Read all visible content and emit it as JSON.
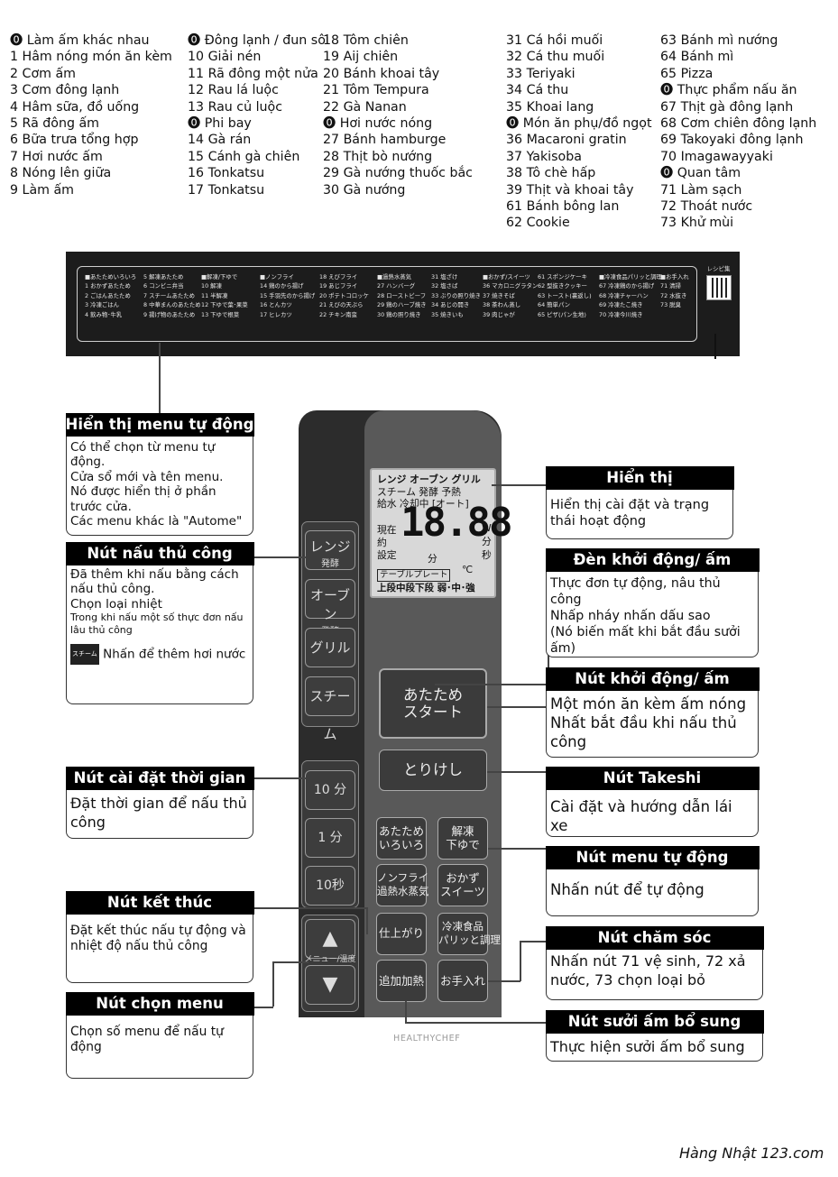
{
  "menu_columns": [
    [
      "⓿ Làm ấm khác nhau",
      "1 Hâm nóng món ăn kèm",
      "2 Cơm ấm",
      "3 Cơm đông lạnh",
      "4 Hâm sữa, đồ uống",
      "5 Rã đông ấm",
      "6 Bữa trưa tổng hợp",
      "7 Hơi nước ấm",
      "8 Nóng lên giữa",
      "9 Làm ấm"
    ],
    [
      "⓿  Đông lạnh / đun sôi",
      "10  Giải nén",
      "11  Rã đông một nửa",
      "12  Rau lá luộc",
      "13  Rau củ luộc",
      "⓿  Phi bay",
      "14  Gà rán",
      "15  Cánh gà chiên",
      "16  Tonkatsu",
      "17  Tonkatsu"
    ],
    [
      "18 Tôm chiên",
      "19  Aij chiên",
      "20  Bánh khoai tây",
      "21  Tôm Tempura",
      "22  Gà Nanan",
      "⓿  Hơi nước nóng",
      "27 Bánh hamburge",
      "28  Thịt bò nướng",
      "29 Gà nướng thuốc bắc",
      "30  Gà nướng"
    ],
    [
      "31 Cá hồi muối",
      "32 Cá thu muối",
      "33 Teriyaki",
      "34  Cá thu",
      "35  Khoai lang",
      "⓿ Món ăn phụ/đồ ngọt",
      "36  Macaroni gratin",
      "37 Yakisoba",
      "38  Tô chè hấp",
      "39 Thịt và khoai tây",
      "61  Bánh bông lan",
      "62  Cookie"
    ],
    [
      "63 Bánh mì nướng",
      "64 Bánh mì",
      "65 Pizza",
      "⓿ Thực phẩm nấu ăn",
      "67 Thịt gà đông lạnh",
      "68  Cơm chiên đông lạnh",
      "69  Takoyaki đông lạnh",
      "70  Imagawayyaki",
      "⓿  Quan tâm",
      "71 Làm sạch",
      "72 Thoát nước",
      "73 Khử mùi"
    ]
  ],
  "strip_columns": [
    [
      "■あたためいろいろ",
      "1 おかずあたため",
      "2 ごはんあたため",
      "3 冷凍ごはん",
      "4 飲み物･牛乳"
    ],
    [
      "5 解凍あたため",
      "6 コンビニ弁当",
      "7 スチームあたため",
      "8 中華まんのあたため",
      "9 揚げ物のあたため"
    ],
    [
      "■解凍/下ゆで",
      "10 解凍",
      "11 半解凍",
      "12 下ゆで葉･果菜",
      "13 下ゆで根菜"
    ],
    [
      "■ノンフライ",
      "14 鶏のから揚げ",
      "15 手羽先のから揚げ",
      "16 とんカツ",
      "17 ヒレカツ"
    ],
    [
      "18 えびフライ",
      "19 あじフライ",
      "20 ポテトコロッケ",
      "21 えびの天ぷら",
      "22 チキン南蛮"
    ],
    [
      "■過熱水蒸気",
      "27 ハンバーグ",
      "28 ローストビーフ",
      "29 鶏のハーブ焼き",
      "30 鶏の照り焼き"
    ],
    [
      "31 塩ざけ",
      "32 塩さば",
      "33 ぶりの照り焼き",
      "34 あじの開き",
      "35 焼きいも"
    ],
    [
      "■おかず/スイーツ",
      "36 マカロニグラタン",
      "37 焼きそば",
      "38 茶わん蒸し",
      "39 肉じゃが"
    ],
    [
      "61 スポンジケーキ",
      "62 型抜きクッキー",
      "63 トースト(裏返し)",
      "64 簡単パン",
      "65 ピザ(パン生地)"
    ],
    [
      "■冷凍食品パリッと調理",
      "67 冷凍鶏のから揚げ",
      "68 冷凍チャーハン",
      "69 冷凍たこ焼き",
      "70 冷凍今川焼き"
    ],
    [
      "■お手入れ",
      "71 清掃",
      "72 水抜き",
      "73 脱臭"
    ]
  ],
  "qr_label": "レシピ集",
  "panel": {
    "mode_buttons": [
      {
        "main": "レンジ",
        "sub": "発酵"
      },
      {
        "main": "オーブン",
        "sub": "発酵"
      },
      {
        "main": "グリル",
        "sub": ""
      },
      {
        "main": "スチーム",
        "sub": ""
      }
    ],
    "time_buttons": [
      "10 分",
      "1 分",
      "10秒"
    ],
    "menu_temp_label": "メニュー/温度",
    "up_arrow": "▲",
    "down_arrow": "▼",
    "lcd": {
      "row1": "レンジ オーブン グリル",
      "row2": "スチーム 発酵 予熱",
      "row3": "給水 冷却中 [オート]",
      "left_labels": "現在\n約\n設定",
      "digits": "18.88",
      "unit_w": "W",
      "unit_min": "分",
      "unit_sec": "秒",
      "unit_small_min": "分",
      "unit_c": "℃",
      "table_plate": "テーブルプレート",
      "bottom": "上段中段下段 弱･中･強"
    },
    "start_button": "あたため\nスタート",
    "cancel_button": "とりけし",
    "auto_buttons": [
      "あたため\nいろいろ",
      "解凍\n下ゆで",
      "ノンフライ\n過熱水蒸気",
      "おかず\nスイーツ",
      "仕上がり",
      "冷凍食品\nパリッと調理"
    ],
    "extra_heat_button": "追加加熱",
    "care_button": "お手入れ",
    "brand": "HEALTHYCHEF"
  },
  "callouts": {
    "auto_menu_display": {
      "title": "Hiển thị menu tự động",
      "body": [
        "Có thể chọn từ menu tự động.",
        "Cửa sổ mới và tên menu.",
        "Nó được hiển thị ở phần trước cửa.",
        "Các menu khác là \"Autome\""
      ]
    },
    "manual_cook": {
      "title": "Nút nấu thủ công",
      "body": [
        "Đã thêm khi nấu bằng cách nấu thủ công.",
        "Chọn loại nhiệt"
      ],
      "small": "Trong khi nấu một số thực đơn nấu lâu thủ công",
      "steam_chip": "スチーム",
      "steam_text": "Nhấn để thêm hơi nước"
    },
    "time_set": {
      "title": "Nút cài đặt thời gian",
      "body": [
        "Đặt thời gian để nấu thủ công"
      ]
    },
    "finish": {
      "title": "Nút kết thúc",
      "body": [
        "Đặt kết thúc nấu tự động và nhiệt độ nấu thủ công"
      ]
    },
    "menu_select": {
      "title": "Nút chọn menu",
      "body": [
        "Chọn số menu để nấu tự động"
      ]
    },
    "display": {
      "title": "Hiển thị",
      "body": [
        "Hiển thị cài đặt và trạng thái hoạt động"
      ]
    },
    "start_lamp": {
      "title": "Đèn khởi động/ ấm",
      "body": [
        "Thực đơn tự động, nâu thủ công",
        "Nhấp nháy nhấn dấu sao",
        "(Nó biến mất khi bắt đầu sưởi ấm)"
      ]
    },
    "start_button": {
      "title": "Nút khởi động/ ấm",
      "body": [
        "Một món ăn kèm ấm nóng",
        "Nhất bắt đầu khi nấu thủ công"
      ]
    },
    "takeshi": {
      "title": "Nút Takeshi",
      "body": [
        "Cài đặt và hướng dẫn lái xe"
      ]
    },
    "auto_menu_btn": {
      "title": "Nút menu tự động",
      "body": [
        "Nhấn nút để tự động"
      ]
    },
    "care": {
      "title": "Nút chăm sóc",
      "body": [
        "Nhấn nút 71 vệ sinh, 72 xả nước, 73 chọn loại bỏ"
      ]
    },
    "extra_heat": {
      "title": "Nút sưởi ấm bổ sung",
      "body": [
        "Thực hiện sưởi ấm bổ sung"
      ]
    }
  },
  "credit": "Hàng Nhật 123.com"
}
